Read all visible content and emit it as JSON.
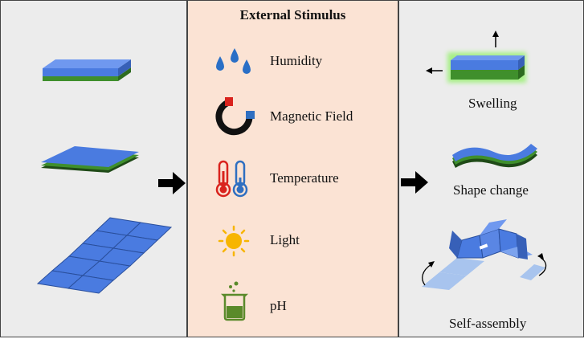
{
  "title": "External Stimulus",
  "stimuli": [
    {
      "label": "Humidity",
      "icon": "water-drops-icon"
    },
    {
      "label": "Magnetic Field",
      "icon": "magnet-icon"
    },
    {
      "label": "Temperature",
      "icon": "thermometer-icon"
    },
    {
      "label": "Light",
      "icon": "sun-icon"
    },
    {
      "label": "pH",
      "icon": "beaker-icon"
    }
  ],
  "responses": [
    {
      "label": "Swelling"
    },
    {
      "label": "Shape change"
    },
    {
      "label": "Self-assembly"
    }
  ],
  "colors": {
    "side_panels": "#ececec",
    "center_panel": "#fbe3d4",
    "blue_layer": "#4a7be0",
    "green_layer": "#3f8f2c",
    "dark_green": "#1f4a17",
    "glow": "#9ff07a",
    "drop": "#2a6fc6",
    "thermo_red": "#d9231d",
    "thermo_blue": "#2f6fc1",
    "sun": "#f7b500",
    "beaker": "#5a8a2a"
  }
}
